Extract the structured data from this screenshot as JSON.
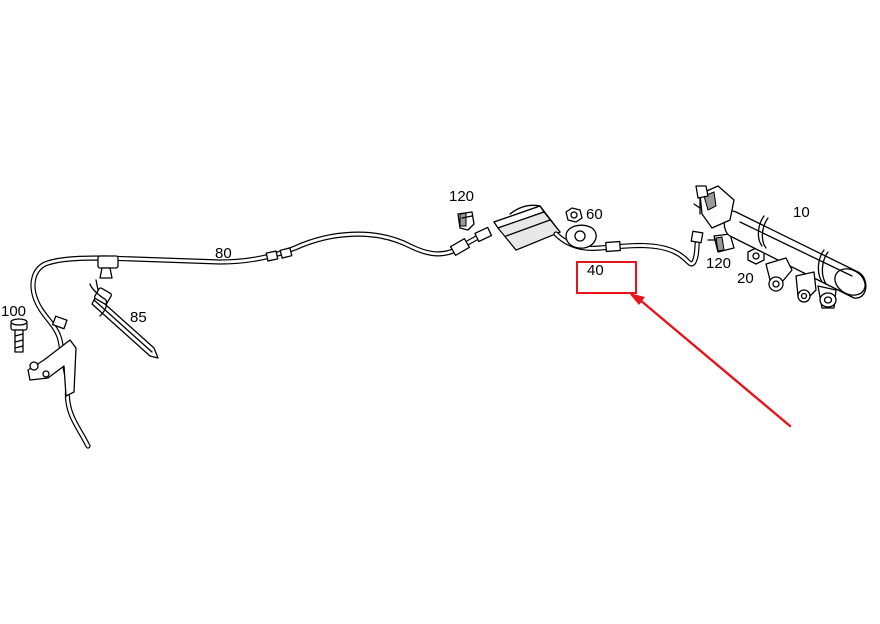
{
  "callouts": {
    "c10": "10",
    "c20": "20",
    "c40": "40",
    "c60": "60",
    "c80": "80",
    "c85": "85",
    "c100": "100",
    "c120a": "120",
    "c120b": "120"
  },
  "colors": {
    "highlight": "#e8141c",
    "line": "#000000",
    "background": "#ffffff"
  }
}
